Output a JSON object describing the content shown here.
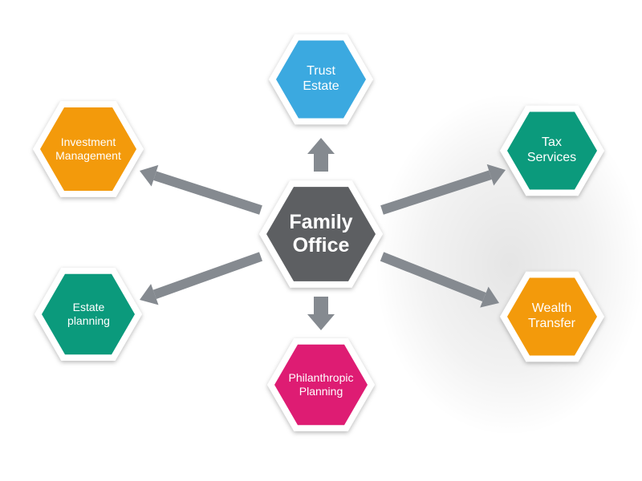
{
  "center": {
    "line1": "Family",
    "line2": "Office",
    "color": "#5d5f62"
  },
  "nodes": {
    "trust_estate": {
      "line1": "Trust",
      "line2": "Estate",
      "color": "#3ba9e0"
    },
    "investment_management": {
      "line1": "Investment",
      "line2": "Management",
      "color": "#f39a0b"
    },
    "tax_services": {
      "line1": "Tax",
      "line2": "Services",
      "color": "#0b9a7c"
    },
    "estate_planning": {
      "line1": "Estate",
      "line2": "planning",
      "color": "#0b9a7c"
    },
    "wealth_transfer": {
      "line1": "Wealth",
      "line2": "Transfer",
      "color": "#f39a0b"
    },
    "philanthropic_planning": {
      "line1": "Philanthropic",
      "line2": "Planning",
      "color": "#de1c73"
    }
  },
  "arrow_color": "#858a90"
}
